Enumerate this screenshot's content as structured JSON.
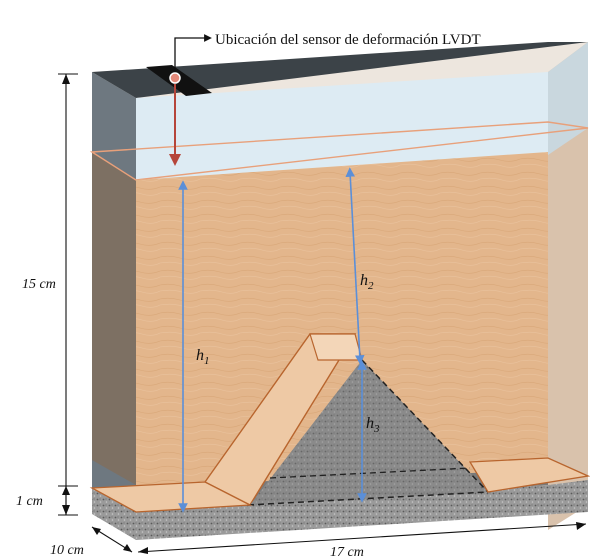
{
  "sensor_label": "Ubicación del sensor de deformación LVDT",
  "dimensions": {
    "height_label": "15 cm",
    "base_label": "1 cm",
    "depth_label": "10 cm",
    "width_label": "17 cm"
  },
  "heights": [
    {
      "main": "h",
      "sub": "1"
    },
    {
      "main": "h",
      "sub": "2"
    },
    {
      "main": "h",
      "sub": "3"
    }
  ],
  "colors": {
    "soil": "#E3B68C",
    "soil_edge": "#C8743F",
    "water": "#DDEBF3",
    "glass_dark": "#6E7880",
    "gravel": "#8A8A8A",
    "arrow_blue": "#5B8FD8",
    "arrow_red": "#B5453A"
  }
}
